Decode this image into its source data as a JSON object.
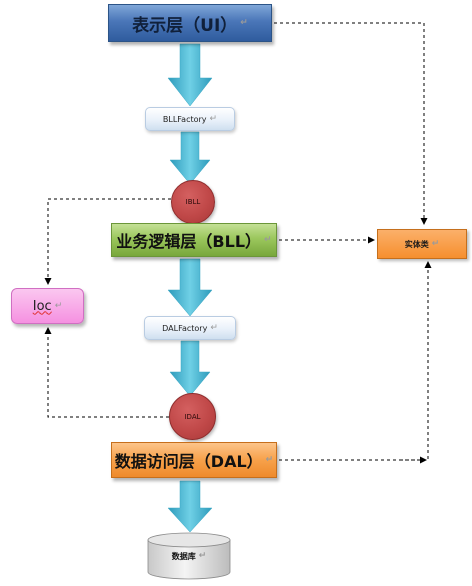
{
  "nodes": {
    "ui_layer": "表示层（UI）",
    "bll_factory": "BLLFactory",
    "ibll": "IBLL",
    "bll_layer": "业务逻辑层（BLL）",
    "dal_factory": "DALFactory",
    "idal": "IDAL",
    "dal_layer": "数据访问层（DAL）",
    "database": "数据库",
    "entity": "实体类",
    "ioc": "Ioc"
  },
  "paragraph_mark": "↵",
  "colors": {
    "ui_layer": "#4a76b8",
    "bll_layer": "#9bc75d",
    "dal_layer": "#f7a14a",
    "entity": "#f68f2e",
    "ioc": "#f591e1",
    "interface_circle": "#c04848",
    "flow_arrow": "#4bb5cf"
  }
}
